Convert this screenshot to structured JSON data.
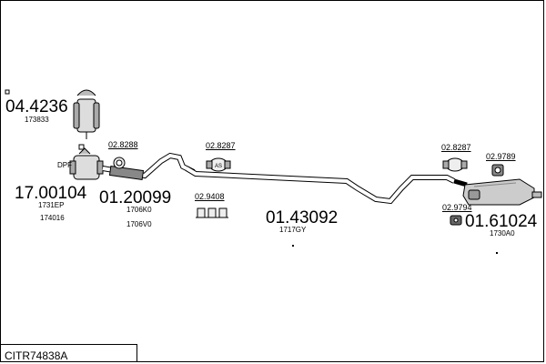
{
  "reference": "CITR74838A",
  "parts": {
    "catalyst": {
      "number": "04.4236",
      "sub": "173833"
    },
    "dpf": {
      "tag": "DPF",
      "number": "17.00104",
      "sub1": "1731EP",
      "sub2": "174016"
    },
    "front_pipe": {
      "number": "01.20099",
      "sub1": "1706K0",
      "sub2": "1706V0"
    },
    "middle_pipe": {
      "number": "01.43092",
      "sub": "1717GY"
    },
    "rear_silencer": {
      "number": "01.61024",
      "sub": "1730A0"
    },
    "clamp_1": {
      "number": "02.8288"
    },
    "clamp_2": {
      "number": "02.8287"
    },
    "hanger_1": {
      "number": "02.9408"
    },
    "clamp_3": {
      "number": "02.8287"
    },
    "rubber_mount": {
      "number": "02.9789"
    },
    "hanger_2": {
      "number": "02.9794"
    }
  }
}
